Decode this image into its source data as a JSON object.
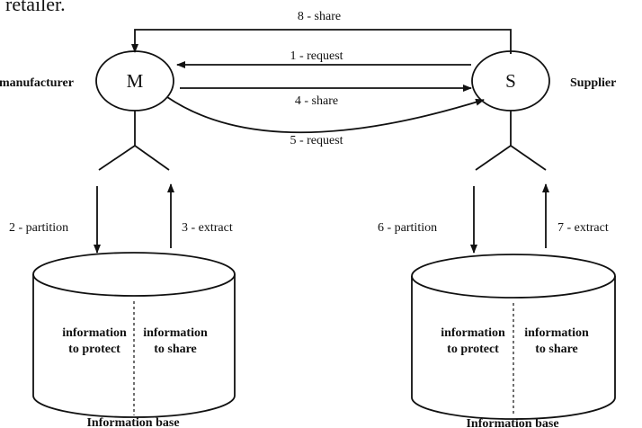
{
  "top_cut_text": "retailer.",
  "actors": {
    "manufacturer": {
      "circle_label": "M",
      "name": "manufacturer"
    },
    "supplier": {
      "circle_label": "S",
      "name": "Supplier"
    }
  },
  "flows": {
    "request1": "1 - request",
    "share4": "4 - share",
    "request5": "5 - request",
    "share8": "8 - share"
  },
  "local_steps": {
    "partition2": "2 - partition",
    "extract3": "3 - extract",
    "partition6": "6 - partition",
    "extract7": "7 - extract"
  },
  "info_bases": {
    "left": {
      "protect_line1": "information",
      "protect_line2": "to protect",
      "share_line1": "information",
      "share_line2": "to share",
      "caption": "Information base"
    },
    "right": {
      "protect_line1": "information",
      "protect_line2": "to protect",
      "share_line1": "information",
      "share_line2": "to share",
      "caption": "Information base"
    }
  }
}
